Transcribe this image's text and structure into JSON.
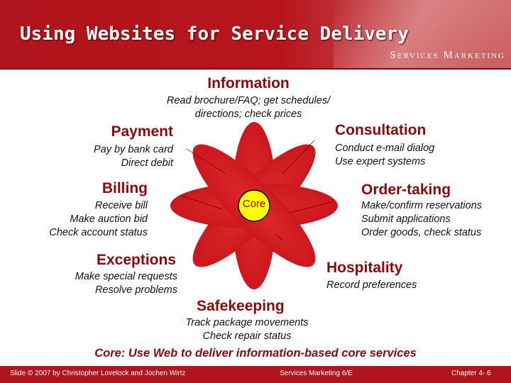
{
  "header": {
    "title": "Using Websites for Service Delivery",
    "brand": "Services Marketing"
  },
  "center": {
    "label": "Core"
  },
  "petals": {
    "information": {
      "title": "Information",
      "lines": [
        "Read brochure/FAQ; get schedules/",
        "directions; check prices"
      ]
    },
    "consultation": {
      "title": "Consultation",
      "lines": [
        "Conduct e-mail dialog",
        "Use expert systems"
      ]
    },
    "order_taking": {
      "title": "Order-taking",
      "lines": [
        "Make/confirm reservations",
        "Submit applications",
        "Order goods, check status"
      ]
    },
    "hospitality": {
      "title": "Hospitality",
      "lines": [
        "Record preferences"
      ]
    },
    "safekeeping": {
      "title": "Safekeeping",
      "lines": [
        "Track package movements",
        "Check repair status"
      ]
    },
    "exceptions": {
      "title": "Exceptions",
      "lines": [
        "Make special requests",
        "Resolve problems"
      ]
    },
    "billing": {
      "title": "Billing",
      "lines": [
        "Receive bill",
        "Make auction bid",
        "Check account status"
      ]
    },
    "payment": {
      "title": "Payment",
      "lines": [
        "Pay by bank card",
        "Direct debit"
      ]
    }
  },
  "core_statement": "Core: Use Web to deliver information-based core services",
  "footer": {
    "left": "Slide © 2007 by Christopher Lovelock and Jochen Wirtz",
    "center": "Services Marketing 6/E",
    "right": "Chapter 4- 6"
  },
  "colors": {
    "header_red": "#b0141c",
    "petal_red": "#d41a1f",
    "core_yellow": "#ffff00",
    "heading_red": "#8a0a0a"
  }
}
